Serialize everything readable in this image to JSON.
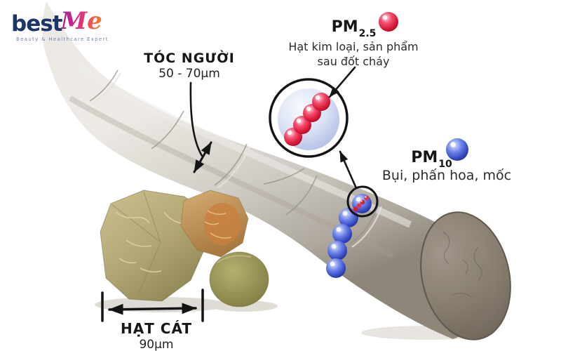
{
  "brand": {
    "name_primary": "best",
    "name_secondary": "Me",
    "tagline": "Beauty & Healthcare Expert",
    "color_primary": "#1d3668",
    "gradient_start": "#d6218e",
    "gradient_end": "#f5821f"
  },
  "labels": {
    "hair": {
      "title": "TÓC NGƯỜI",
      "size": "50 - 70µm"
    },
    "pm25": {
      "prefix": "PM",
      "subscript": "2.5",
      "desc_line1": "Hạt kim loại, sản phẩm",
      "desc_line2": "sau đốt cháy"
    },
    "pm10": {
      "prefix": "PM",
      "subscript": "10",
      "desc": "Bụi, phấn hoa, mốc"
    },
    "sand": {
      "title": "HẠT CÁT",
      "size": "90µm"
    }
  },
  "palette": {
    "pm25_red": "#d81838",
    "pm10_blue": "#3549c4",
    "hair_gray": "#cfcbc4",
    "sand_khaki": "#b0a570",
    "text_dark": "#1c1c1c",
    "background": "#ffffff"
  }
}
